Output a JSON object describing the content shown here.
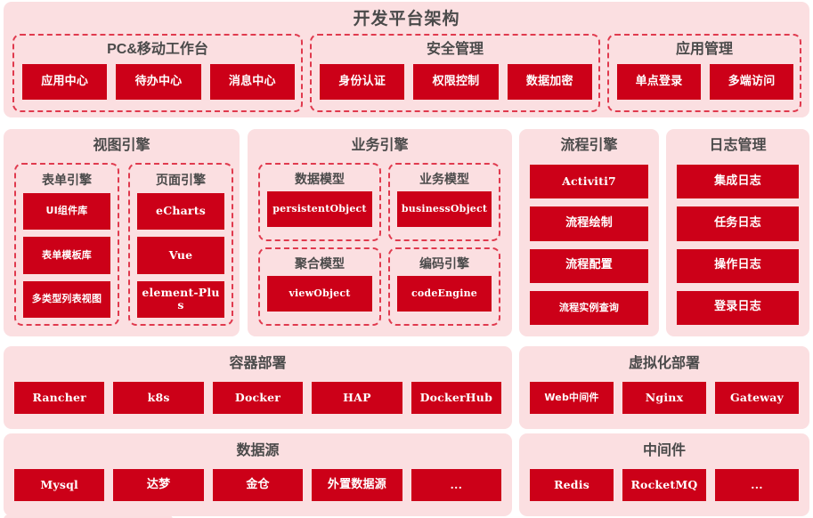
{
  "diagram": {
    "title": "开发平台架构",
    "accent_red": "#cc0018",
    "panel_pink": "#fbdfe1",
    "dash_red": "#e03a4e",
    "title_color": "#4a4a4a"
  },
  "row1": {
    "groups": [
      {
        "title": "PC&移动工作台",
        "items": [
          "应用中心",
          "待办中心",
          "消息中心"
        ]
      },
      {
        "title": "安全管理",
        "items": [
          "身份认证",
          "权限控制",
          "数据加密"
        ]
      },
      {
        "title": "应用管理",
        "items": [
          "单点登录",
          "多端访问"
        ]
      }
    ]
  },
  "row2": {
    "view_engine": {
      "title": "视图引擎",
      "groups": [
        {
          "title": "表单引擎",
          "items": [
            "UI组件库",
            "表单模板库",
            "多类型列表视图"
          ]
        },
        {
          "title": "页面引擎",
          "items": [
            "eCharts",
            "Vue",
            "element-Plus"
          ]
        }
      ]
    },
    "business_engine": {
      "title": "业务引擎",
      "groups": [
        {
          "title": "数据模型",
          "items": [
            "persistentObject"
          ]
        },
        {
          "title": "业务模型",
          "items": [
            "businessObject"
          ]
        },
        {
          "title": "聚合模型",
          "items": [
            "viewObject"
          ]
        },
        {
          "title": "编码引擎",
          "items": [
            "codeEngine"
          ]
        }
      ]
    },
    "process_engine": {
      "title": "流程引擎",
      "items": [
        "Activiti7",
        "流程绘制",
        "流程配置",
        "流程实例查询"
      ]
    },
    "log_management": {
      "title": "日志管理",
      "items": [
        "集成日志",
        "任务日志",
        "操作日志",
        "登录日志"
      ]
    }
  },
  "row3": {
    "container_deploy": {
      "title": "容器部署",
      "items": [
        "Rancher",
        "k8s",
        "Docker",
        "HAP",
        "DockerHub"
      ]
    },
    "virtual_deploy": {
      "title": "虚拟化部署",
      "items": [
        "Web中间件",
        "Nginx",
        "Gateway"
      ]
    }
  },
  "row4": {
    "data_source": {
      "title": "数据源",
      "items": [
        "Mysql",
        "达梦",
        "金仓",
        "外置数据源",
        "..."
      ]
    },
    "middleware": {
      "title": "中间件",
      "items": [
        "Redis",
        "RocketMQ",
        "..."
      ]
    }
  }
}
